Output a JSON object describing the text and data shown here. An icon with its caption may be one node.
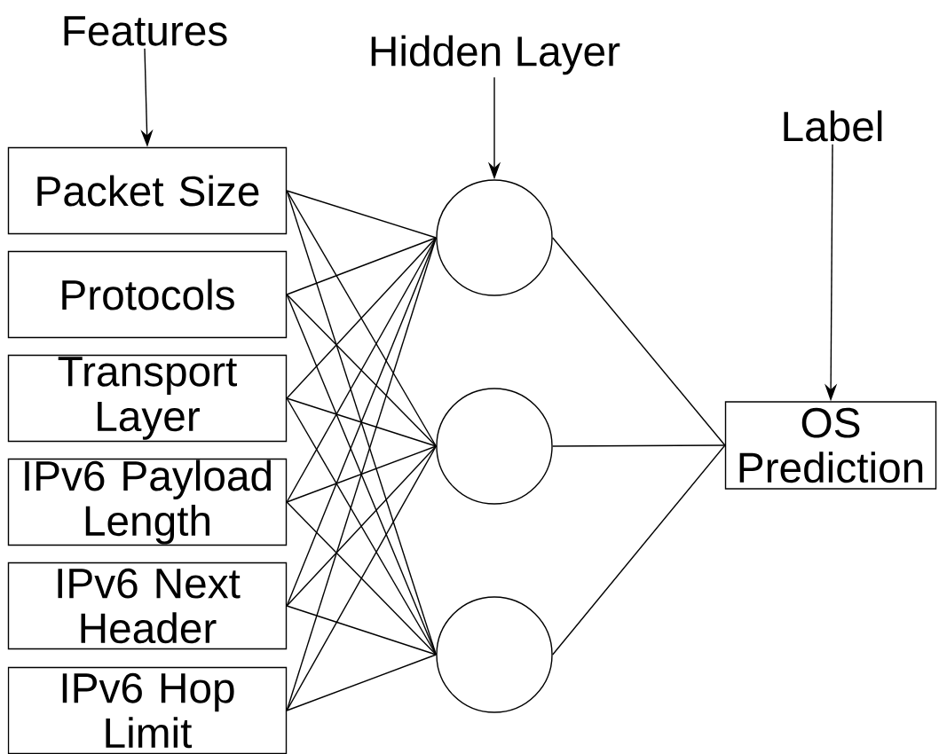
{
  "diagram": {
    "nodes": [
      {
        "text": [
          "Packet Size"
        ]
      },
      {
        "text": [
          "Protocols"
        ]
      },
      {
        "text": [
          "Transport Layer"
        ]
      },
      {
        "text": [
          "IPv6 Payload Length"
        ]
      },
      {
        "text": [
          "IPv6 Next Header"
        ]
      },
      {
        "text": [
          "IPv6 Hop Limit"
        ]
      },
      {
        "text": [],
        "shape": "circle"
      },
      {
        "text": [],
        "shape": "circle"
      },
      {
        "text": [],
        "shape": "circle"
      },
      {
        "text": [
          "OS Prediction"
        ]
      },
      {
        "text": [
          "Features"
        ]
      },
      {
        "text": [
          "Hidden Layer"
        ]
      },
      {
        "text": [
          "Label"
        ]
      }
    ],
    "edges": [
      {
        "from": 0,
        "to": 6,
        "arrow": "none"
      },
      {
        "from": 0,
        "to": 7,
        "arrow": "none"
      },
      {
        "from": 0,
        "to": 8,
        "arrow": "none"
      },
      {
        "from": 1,
        "to": 6,
        "arrow": "none"
      },
      {
        "from": 1,
        "to": 7,
        "arrow": "none"
      },
      {
        "from": 1,
        "to": 8,
        "arrow": "none"
      },
      {
        "from": 2,
        "to": 6,
        "arrow": "none"
      },
      {
        "from": 2,
        "to": 7,
        "arrow": "none"
      },
      {
        "from": 2,
        "to": 8,
        "arrow": "none"
      },
      {
        "from": 3,
        "to": 6,
        "arrow": "none"
      },
      {
        "from": 3,
        "to": 7,
        "arrow": "none"
      },
      {
        "from": 3,
        "to": 8,
        "arrow": "none"
      },
      {
        "from": 4,
        "to": 6,
        "arrow": "none"
      },
      {
        "from": 4,
        "to": 7,
        "arrow": "none"
      },
      {
        "from": 4,
        "to": 8,
        "arrow": "none"
      },
      {
        "from": 5,
        "to": 6,
        "arrow": "none"
      },
      {
        "from": 5,
        "to": 7,
        "arrow": "none"
      },
      {
        "from": 5,
        "to": 8,
        "arrow": "none"
      },
      {
        "from": 6,
        "to": 9,
        "arrow": "none"
      },
      {
        "from": 7,
        "to": 9,
        "arrow": "none"
      },
      {
        "from": 8,
        "to": 9,
        "arrow": "none"
      },
      {
        "from": 10,
        "to": 0,
        "arrow": "to"
      },
      {
        "from": 11,
        "to": 6,
        "arrow": "to"
      },
      {
        "from": 12,
        "to": 9,
        "arrow": "to"
      }
    ]
  }
}
